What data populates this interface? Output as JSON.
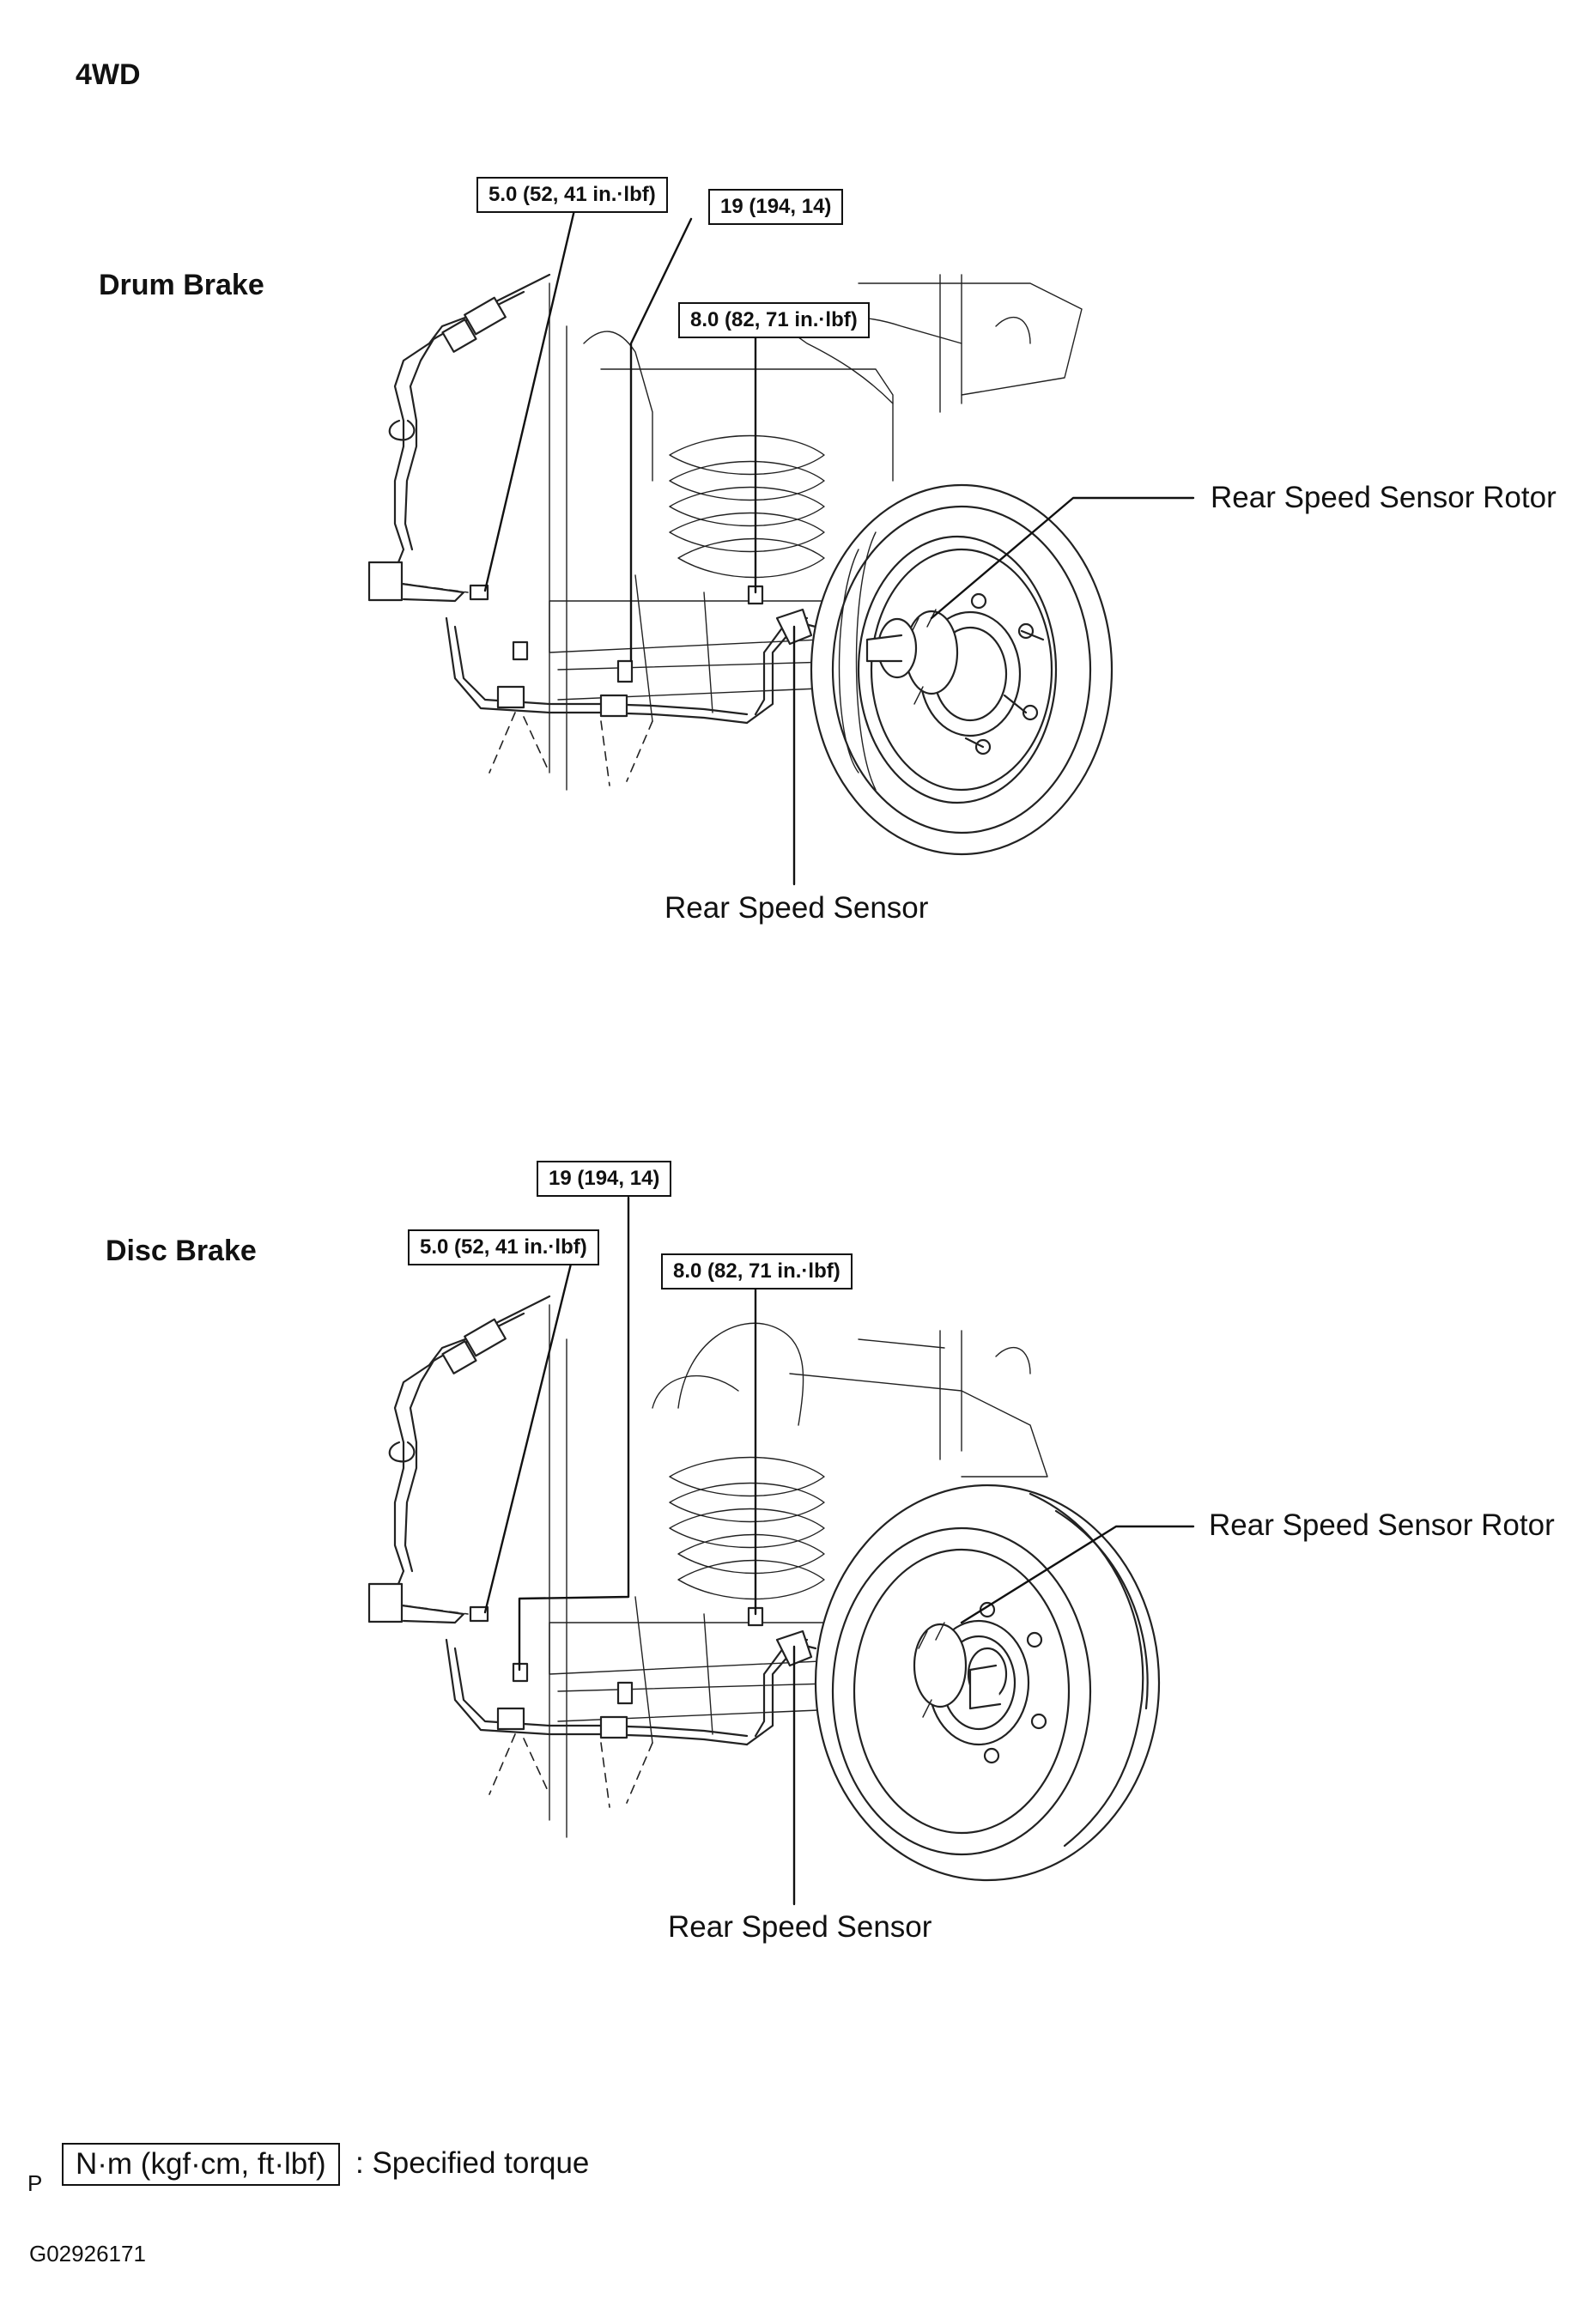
{
  "drive_type": "4WD",
  "sections": [
    {
      "title": "Drum Brake",
      "torque_labels": [
        "5.0 (52, 41 in.·lbf)",
        "19 (194, 14)",
        "8.0 (82, 71 in.·lbf)"
      ],
      "part_labels": {
        "rotor": "Rear Speed Sensor Rotor",
        "sensor": "Rear Speed Sensor"
      }
    },
    {
      "title": "Disc Brake",
      "torque_labels": [
        "19 (194, 14)",
        "5.0 (52, 41 in.·lbf)",
        "8.0 (82, 71 in.·lbf)"
      ],
      "part_labels": {
        "rotor": "Rear Speed Sensor Rotor",
        "sensor": "Rear Speed Sensor"
      }
    }
  ],
  "legend": {
    "unit": "N·m (kgf·cm, ft·lbf)",
    "text": ": Specified torque",
    "marker": "P"
  },
  "figure_code": "G02926171",
  "icons": {
    "drum_brake": "drum-brake-assembly-drawing",
    "disc_brake": "disc-brake-assembly-drawing"
  }
}
